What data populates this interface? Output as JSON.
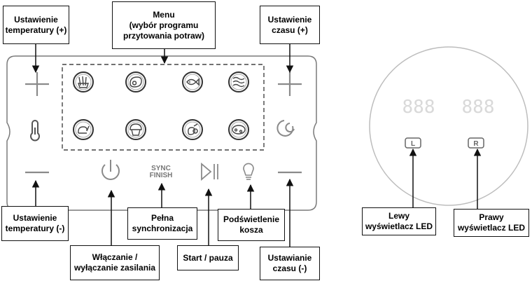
{
  "labels": {
    "temp_plus": [
      "Ustawienie",
      "temperatury (+)"
    ],
    "menu": [
      "Menu",
      "(wybór programu",
      "przytowania potraw)"
    ],
    "time_plus": [
      "Ustawienie",
      "czasu (+)"
    ],
    "temp_minus": [
      "Ustawienie",
      "temperatury (-)"
    ],
    "power": [
      "Włączanie /",
      "wyłączanie zasilania"
    ],
    "sync": [
      "Pełna",
      "synchronizacja"
    ],
    "start": [
      "Start / pauza"
    ],
    "light": [
      "Podświetlenie",
      "kosza"
    ],
    "time_minus": [
      "Ustawianie",
      "czasu (-)"
    ],
    "left_led": [
      "Lewy",
      "wyświetlacz LED"
    ],
    "right_led": [
      "Prawy",
      "wyświetlacz LED"
    ]
  },
  "panel": {
    "sync_text": [
      "SYNC",
      "FINISH"
    ],
    "menu_icons": [
      "fries-icon",
      "steak-icon",
      "fish-icon",
      "bacon-icon",
      "chicken-icon",
      "muffin-icon",
      "vegetables-icon",
      "pizza-icon"
    ]
  },
  "display": {
    "left_key": "L",
    "right_key": "R",
    "digits": "888"
  },
  "colors": {
    "line": "#111111",
    "panel_border": "#7a7a7a",
    "icon_gray": "#8a8a8a",
    "display_ring": "#bdbdbd",
    "display_digits": "#d9d9d9"
  }
}
